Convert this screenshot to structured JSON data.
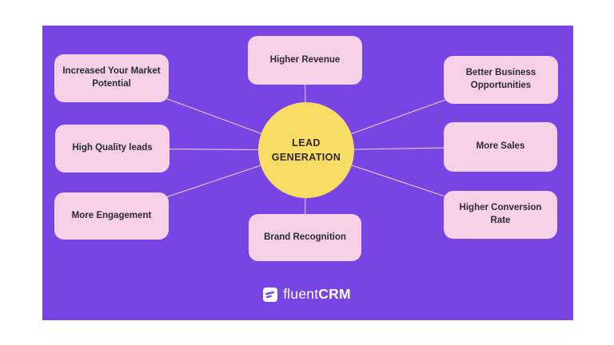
{
  "diagram": {
    "center": {
      "label": "LEAD GENERATION"
    },
    "nodes": [
      {
        "id": "top-left",
        "label": "Increased Your Market Potential"
      },
      {
        "id": "mid-left",
        "label": "High Quality leads"
      },
      {
        "id": "bottom-left",
        "label": "More Engagement"
      },
      {
        "id": "top-center",
        "label": "Higher Revenue"
      },
      {
        "id": "bottom-center",
        "label": "Brand Recognition"
      },
      {
        "id": "top-right",
        "label": "Better Business Opportunities"
      },
      {
        "id": "mid-right",
        "label": "More Sales"
      },
      {
        "id": "bottom-right",
        "label": "Higher Conversion Rate"
      }
    ],
    "colors": {
      "board_purple": "#7745e4",
      "node_pink": "#f6d0e6",
      "center_yellow": "#f9dc64",
      "connector_pink": "#e6c9de",
      "text_dark": "#2e2a33",
      "canvas_white": "#ffffff"
    }
  },
  "brand": {
    "name_regular": "fluent",
    "name_bold": "CRM"
  }
}
